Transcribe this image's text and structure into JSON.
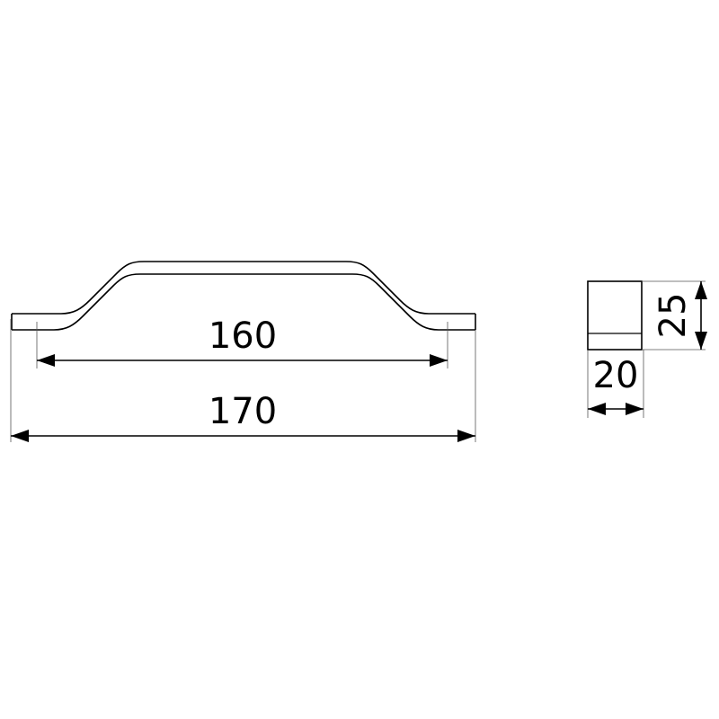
{
  "front_view": {
    "inner_dimension": "160",
    "overall_dimension": "170"
  },
  "end_view": {
    "height_dimension": "25",
    "width_dimension": "20"
  },
  "colors": {
    "line": "#000000",
    "extension_line": "#555555",
    "background": "#ffffff"
  }
}
